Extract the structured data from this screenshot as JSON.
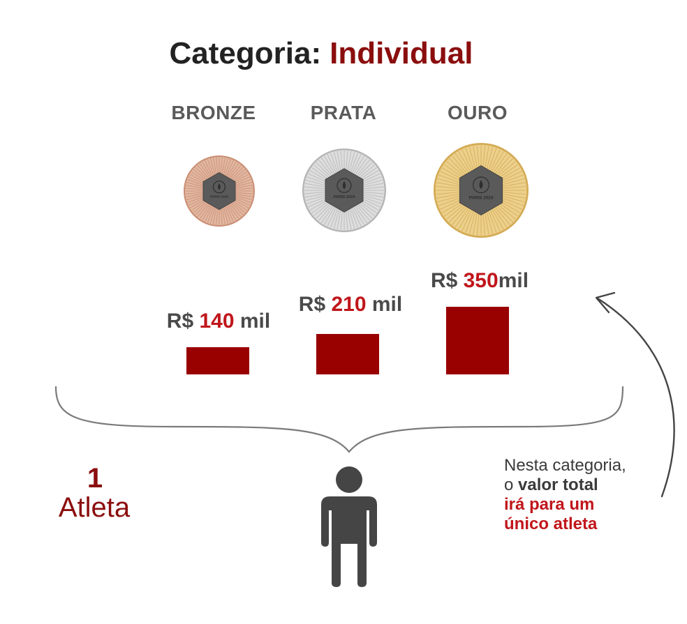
{
  "title": {
    "label": "Categoria:",
    "value": "Individual"
  },
  "medals": [
    {
      "name": "BRONZE",
      "icon": "bronze-medal-icon",
      "rim": "#c98d72",
      "ray": "#e2b8a2",
      "inscription": "PARIS 2024"
    },
    {
      "name": "PRATA",
      "icon": "silver-medal-icon",
      "rim": "#b5b5b5",
      "ray": "#dedede",
      "inscription": "PARIS 2024"
    },
    {
      "name": "OURO",
      "icon": "gold-medal-icon",
      "rim": "#d4ab55",
      "ray": "#ecd08c",
      "inscription": "PARIS 2024"
    }
  ],
  "chart_data": {
    "type": "bar",
    "categories": [
      "BRONZE",
      "PRATA",
      "OURO"
    ],
    "values": [
      140,
      210,
      350
    ],
    "price_labels": [
      {
        "prefix": "R$ ",
        "number": "140",
        "suffix": " mil"
      },
      {
        "prefix": "R$ ",
        "number": "210",
        "suffix": " mil"
      },
      {
        "prefix": "R$ ",
        "number": "350",
        "suffix": "mil"
      }
    ],
    "title": "",
    "xlabel": "",
    "ylabel": "",
    "ylim": [
      0,
      350
    ],
    "grid": false,
    "colors": {
      "bar": "#990000",
      "number": "#c0161b"
    }
  },
  "athletes": {
    "count": "1",
    "label": "Atleta"
  },
  "note": {
    "line1": "Nesta categoria,",
    "line2_plain": "o ",
    "line2_bold": "valor total",
    "line3": "irá para um",
    "line4": "único atleta"
  },
  "colors": {
    "accent": "#8b0e0e",
    "text": "#222222",
    "person": "#454545",
    "brace": "#7a7a7a"
  }
}
